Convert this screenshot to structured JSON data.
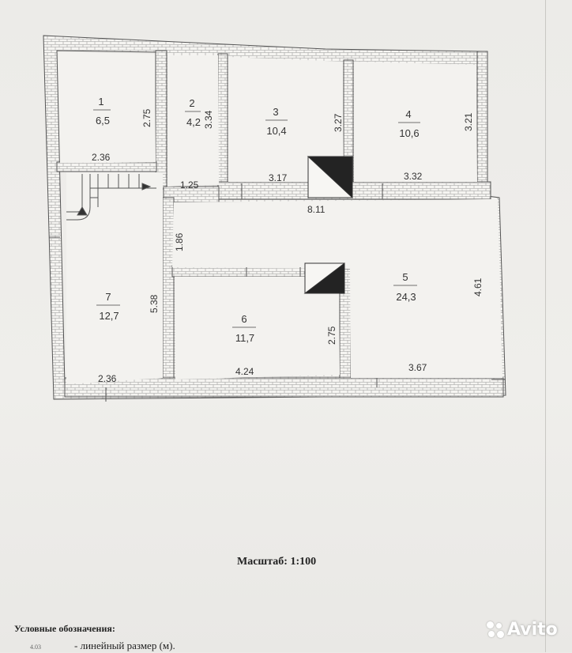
{
  "rooms": [
    {
      "num": "1",
      "area": "6,5"
    },
    {
      "num": "2",
      "area": "4,2"
    },
    {
      "num": "3",
      "area": "10,4"
    },
    {
      "num": "4",
      "area": "10,6"
    },
    {
      "num": "5",
      "area": "24,3"
    },
    {
      "num": "6",
      "area": "11,7"
    },
    {
      "num": "7",
      "area": "12,7"
    }
  ],
  "dims": {
    "r1_width": "2.36",
    "r1_height": "2.75",
    "r2_height": "3.34",
    "r3_height": "3.27",
    "r4_height": "3.21",
    "hall_125": "1.25",
    "r3_width": "3.17",
    "r4_width": "3.32",
    "hall_811": "8.11",
    "hall_186": "1.86",
    "r7_height": "5.38",
    "r7_width": "2.36",
    "r6_width": "4.24",
    "r6_height": "2.75",
    "r5_width": "3.67",
    "r5_height": "4.61"
  },
  "scale": {
    "label": "Масштаб:",
    "value": "1:100"
  },
  "legend": {
    "title": "Условные обозначения:",
    "sample": "4.03",
    "text": "- линейный размер (м)."
  },
  "watermark": "Avito"
}
